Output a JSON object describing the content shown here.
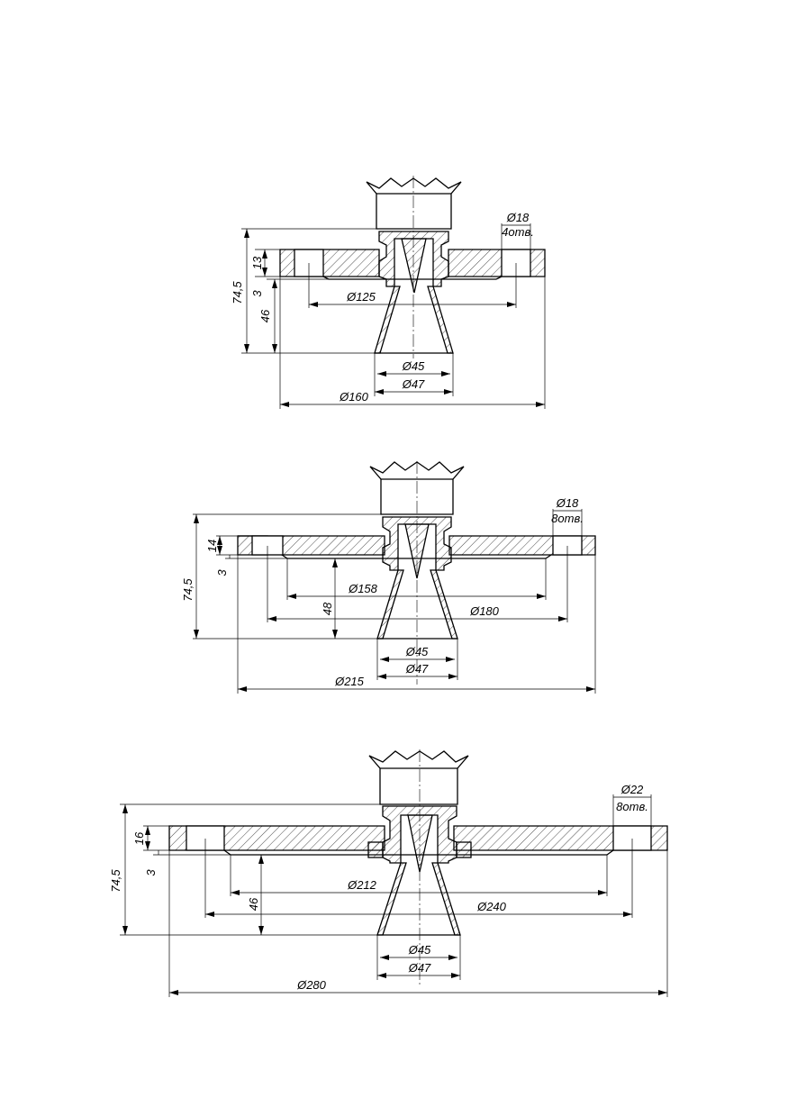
{
  "drawing": {
    "views": [
      {
        "id": "antenna-dn125",
        "height_label": "74,5",
        "flange_thickness_label": "13",
        "recess_label": "3",
        "horn_length_label": "46",
        "bolt_circle_label": "Ø125",
        "horn_inner_label": "Ø45",
        "horn_outer_label": "Ø47",
        "flange_diameter_label": "Ø160",
        "hole_diameter_label": "Ø18",
        "hole_count_label": "4отв."
      },
      {
        "id": "antenna-dn150",
        "height_label": "74,5",
        "flange_thickness_label": "14",
        "recess_label": "3",
        "horn_length_label": "48",
        "raised_face_label": "Ø158",
        "bolt_circle_label": "Ø180",
        "horn_inner_label": "Ø45",
        "horn_outer_label": "Ø47",
        "flange_diameter_label": "Ø215",
        "hole_diameter_label": "Ø18",
        "hole_count_label": "8отв."
      },
      {
        "id": "antenna-dn200",
        "height_label": "74,5",
        "flange_thickness_label": "16",
        "recess_label": "3",
        "horn_length_label": "46",
        "raised_face_label": "Ø212",
        "bolt_circle_label": "Ø240",
        "horn_inner_label": "Ø45",
        "horn_outer_label": "Ø47",
        "flange_diameter_label": "Ø280",
        "hole_diameter_label": "Ø22",
        "hole_count_label": "8отв."
      }
    ]
  }
}
